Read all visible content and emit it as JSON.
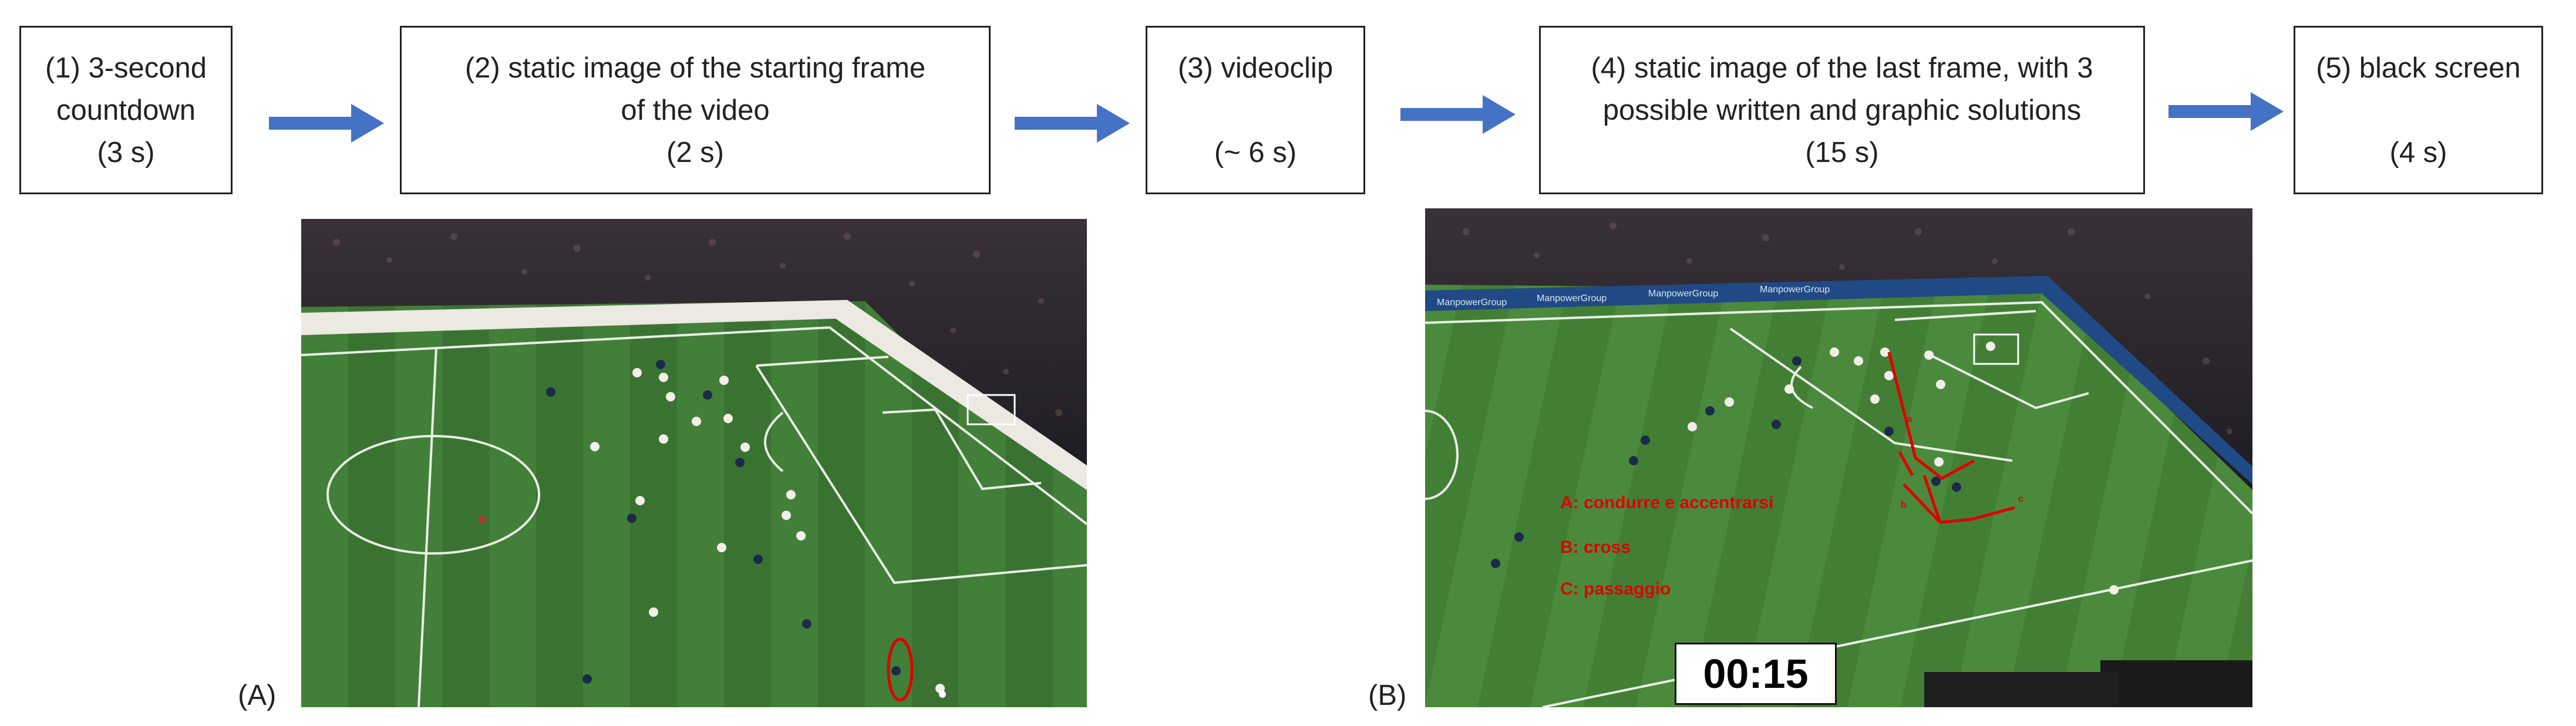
{
  "steps": [
    {
      "line1": "(1) 3-second",
      "line2": "countdown",
      "line3": "(3 s)"
    },
    {
      "line1": "(2) static image of the starting frame",
      "line2": "of the video",
      "line3": "(2 s)"
    },
    {
      "line1": "(3) videoclip",
      "line2": "",
      "line3": "(~ 6 s)"
    },
    {
      "line1": "(4) static image of the last frame, with 3",
      "line2": "possible written and graphic solutions",
      "line3": "(15 s)"
    },
    {
      "line1": "(5) black screen",
      "line2": "",
      "line3": "(4 s)"
    }
  ],
  "panels": {
    "a_label": "(A)",
    "b_label": "(B)",
    "timer": "00:15",
    "solutions": [
      "A: condurre e accentrarsi",
      "B: cross",
      "C: passaggio"
    ],
    "solution_markers": [
      "a",
      "b",
      "c"
    ]
  },
  "colors": {
    "arrow": "#4472c4",
    "solution_red": "#e00000",
    "pitch_green": "#3f7a35",
    "pitch_dark": "#356c2d",
    "stands": "#2b2a30"
  },
  "icons": [
    "flow-arrow-icon",
    "highlight-circle-icon",
    "pitch-line-icon"
  ]
}
